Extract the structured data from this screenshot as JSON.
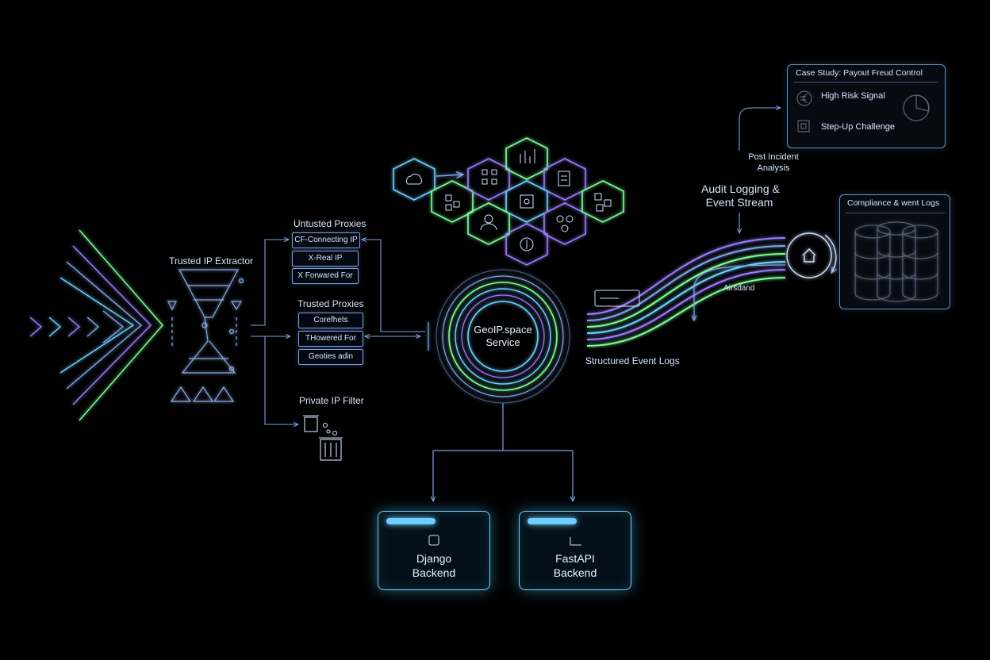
{
  "left": {
    "trusted_ip_extractor": "Trusted IP Extractor"
  },
  "proxies": {
    "untrusted_title": "Untusted Proxies",
    "untrusted_items": [
      "CF-Connecting IP",
      "X-Real IP",
      "X Forwared For"
    ],
    "trusted_title": "Trusted Proxies",
    "trusted_items": [
      "Corefhets",
      "THowered For",
      "Geoties adin"
    ],
    "private_filter": "Private IP Filter"
  },
  "center": {
    "service_line1": "GeoIP.space",
    "service_line2": "Service"
  },
  "backends": {
    "django_line1": "Django",
    "django_line2": "Backend",
    "fastapi_line1": "FastAPI",
    "fastapi_line2": "Backend"
  },
  "right": {
    "structured_logs": "Structured Event Logs",
    "audit_line1": "Audit Logging &",
    "audit_line2": "Event Stream",
    "post_line1": "Post Incident",
    "post_line2": "Analysis",
    "airsdand": "Airsdand",
    "case_study_title": "Case Study: Payout Freud Control",
    "high_risk": "High Risk Signal",
    "step_up": "Step-Up Challenge",
    "compliance_title": "Compliance & went Logs"
  },
  "icons": {
    "hex_cloud": "cloud-icon",
    "hex_network": "network-icon",
    "hex_bars": "bar-chart-icon",
    "hex_document": "document-icon",
    "hex_user": "user-icon",
    "hex_currency": "currency-icon",
    "euro": "euro-icon",
    "gauge": "gauge-icon",
    "database": "database-icon",
    "trash": "trash-icon"
  },
  "colors": {
    "accent_blue": "#74d4ff",
    "accent_green": "#7dff9a",
    "accent_purple": "#9a7dff",
    "line_blue": "#7ea3e6"
  }
}
